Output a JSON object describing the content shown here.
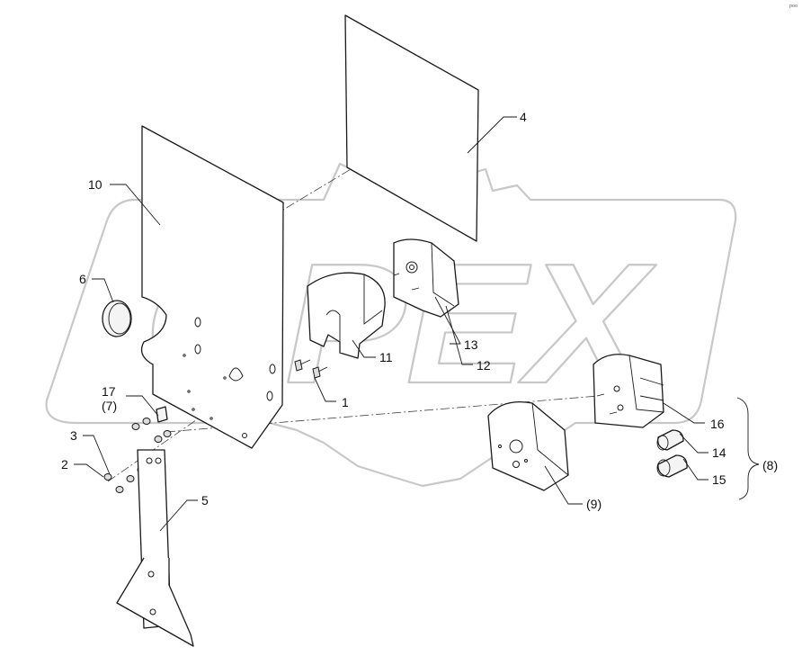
{
  "corner_mark": "ᵖᵒᵒ",
  "watermark_text": "OPEX",
  "labels": {
    "l1": "1",
    "l2": "2",
    "l3": "3",
    "l4": "4",
    "l5": "5",
    "l6": "6",
    "l7": "(7)",
    "l8": "(8)",
    "l9": "(9)",
    "l10": "10",
    "l11": "11",
    "l12": "12",
    "l13": "13",
    "l14": "14",
    "l15": "15",
    "l16": "16",
    "l17": "17"
  }
}
